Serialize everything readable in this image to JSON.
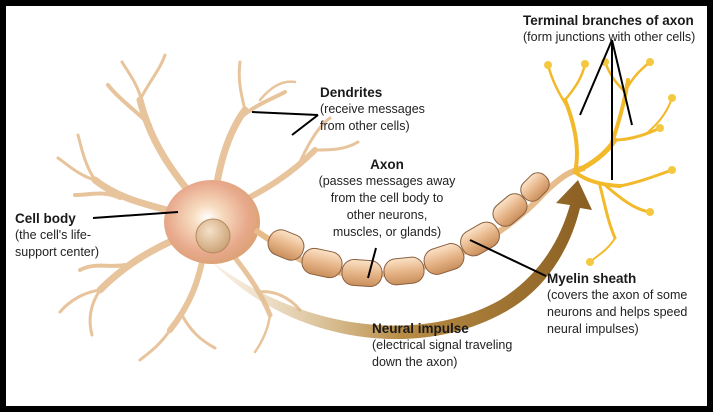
{
  "colors": {
    "background": "#ffffff",
    "frame": "#000000",
    "neuron_body": "#f1cfa7",
    "axon_terminal": "#f2b92a",
    "myelin": "#e8b98c",
    "impulse_arrow": "#a0752f",
    "leader_lines": "#000000"
  },
  "labels": {
    "terminal": {
      "title": "Terminal branches of axon",
      "desc": "(form junctions with other cells)"
    },
    "dendrites": {
      "title": "Dendrites",
      "desc": "(receive messages\nfrom other cells)"
    },
    "axon": {
      "title": "Axon",
      "desc": "(passes messages away\nfrom the cell body to\nother neurons,\nmuscles, or glands)"
    },
    "cell_body": {
      "title": "Cell body",
      "desc": "(the cell's life-\nsupport center)"
    },
    "myelin": {
      "title": "Myelin sheath",
      "desc": "(covers the axon of some\nneurons and helps speed\nneural impulses)"
    },
    "impulse": {
      "title": "Neural impulse",
      "desc": "(electrical signal traveling\ndown the axon)"
    }
  }
}
